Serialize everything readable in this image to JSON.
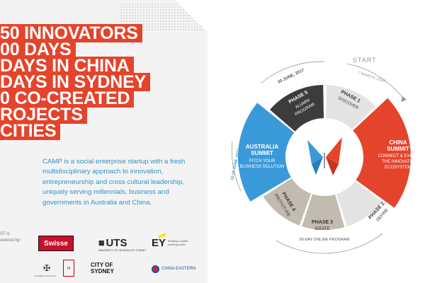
{
  "headline": {
    "lines": [
      "50 INNOVATORS",
      "00 DAYS",
      "DAYS IN CHINA",
      "DAYS IN SYDNEY",
      "0 CO-CREATED",
      "ROJECTS",
      "CITIES"
    ]
  },
  "intro": "CAMP is a social enterprise startup with a fresh multidisciplinary approach to innovation, entrepreneurship and cross cultural leadership, uniquely serving millennials, business and governments in Australia and China.",
  "partners": {
    "label_line1": "ST is",
    "label_line2": "owered by:",
    "swisse": "Swisse",
    "uts": "UTS",
    "uts_sub": "UNIVERSITY OF TECHNOLOGY SYDNEY",
    "ey": "EY",
    "ey_tag": "Building a better working world",
    "aus_gov": "Australian Government",
    "city_sydney": "CITY OF SYDNEY",
    "china_eastern": "CHINA EASTERN"
  },
  "diagram": {
    "start": "START",
    "start_date": "7 MARCH, 2016",
    "date_phase5": "30 JUNE, 2017",
    "date_australia": "12-16 JUNE, 2017",
    "online_program": "90-DAY ONLINE PROGRAM",
    "phase1": {
      "title": "PHASE 1",
      "sub": "DISCOVER"
    },
    "phase2": {
      "title": "PHASE 2",
      "sub": "DEFINE"
    },
    "phase3": {
      "title": "PHASE 3",
      "sub": "IDEATE"
    },
    "phase4": {
      "title": "PHASE 4",
      "sub": "PROTOTYPE"
    },
    "phase5": {
      "title": "PHASE 5",
      "sub1": "ALUMNI",
      "sub2": "PROGRAM"
    },
    "china": {
      "title1": "CHINA",
      "title2": "SUMMIT",
      "sub1": "CONNECT & EXPLO",
      "sub2": "THE INNOVATIO",
      "sub3": "ECOSYSTEM"
    },
    "australia": {
      "title1": "AUSTRALIA",
      "title2": "SUMMIT",
      "sub1": "PITCH YOUR",
      "sub2": "BUSINESS SOLUTION"
    }
  },
  "colors": {
    "red": "#e4442b",
    "blue": "#3a9ad9",
    "dark": "#3c3c3c",
    "taupe": "#c2bcb0",
    "light": "#e3e3e3"
  }
}
